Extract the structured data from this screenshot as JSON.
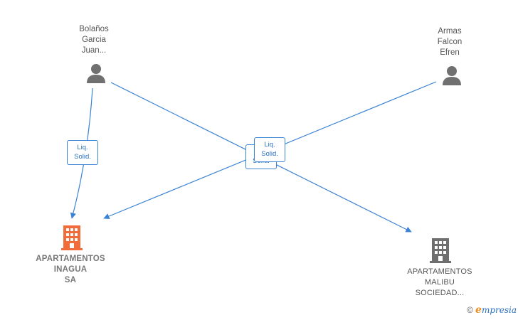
{
  "persons": [
    {
      "id": "bolanos",
      "name_lines": [
        "Bolaños",
        "Garcia",
        "Juan..."
      ]
    },
    {
      "id": "armas",
      "name_lines": [
        "Armas",
        "Falcon",
        "Efren"
      ]
    }
  ],
  "companies": [
    {
      "id": "inagua",
      "name_lines": [
        "APARTAMENTOS",
        "INAGUA",
        "SA"
      ],
      "color": "#f26b3a"
    },
    {
      "id": "malibu",
      "name_lines": [
        "APARTAMENTOS",
        "MALIBU",
        "SOCIEDAD..."
      ],
      "color": "#6f6f6f"
    }
  ],
  "edge_labels": {
    "bolanos_inagua": [
      "Liq.",
      "Solid."
    ],
    "cross_back": [
      "Liq.",
      "Solid."
    ],
    "cross_front": [
      "Liq.",
      "Solid."
    ]
  },
  "edge_color": "#3b83d4",
  "footer": {
    "copyright": "©",
    "brand_initial": "e",
    "brand_rest": "mpresia"
  }
}
